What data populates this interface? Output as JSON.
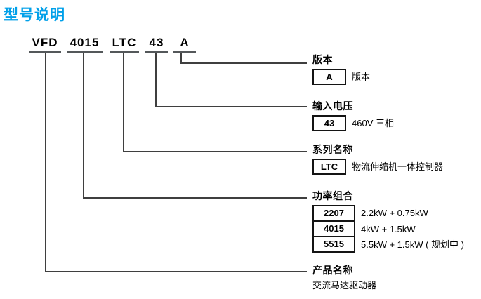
{
  "title": "型号说明",
  "model": {
    "segments": [
      "VFD",
      "4015",
      "LTC",
      "43",
      "A"
    ]
  },
  "sections": [
    {
      "heading": "版本",
      "rows": [
        {
          "code": "A",
          "desc": "版本"
        }
      ]
    },
    {
      "heading": "输入电压",
      "rows": [
        {
          "code": "43",
          "desc": "460V 三相"
        }
      ]
    },
    {
      "heading": "系列名称",
      "rows": [
        {
          "code": "LTC",
          "desc": "物流伸缩机一体控制器"
        }
      ]
    },
    {
      "heading": "功率组合",
      "rows": [
        {
          "code": "2207",
          "desc": "2.2kW + 0.75kW"
        },
        {
          "code": "4015",
          "desc": "4kW + 1.5kW"
        },
        {
          "code": "5515",
          "desc": "5.5kW + 1.5kW ( 规划中 )"
        }
      ]
    },
    {
      "heading": "产品名称",
      "rows": [
        {
          "desc": "交流马达驱动器"
        }
      ]
    }
  ],
  "colors": {
    "accent": "#00A0E9",
    "connector_line": "#3F3F3F",
    "underline": "#54585A",
    "box_border": "#141414"
  }
}
